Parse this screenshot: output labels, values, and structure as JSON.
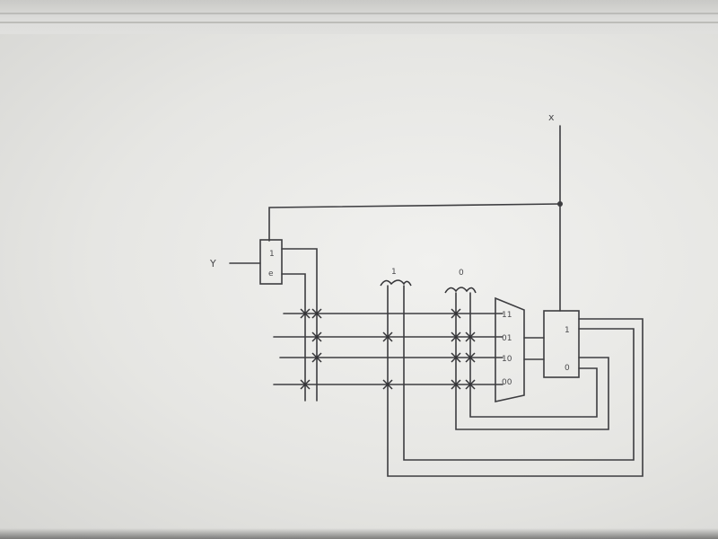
{
  "diagram": {
    "input_x_label": "x",
    "input_y_label": "Y",
    "decoder": {
      "pin_top": "1",
      "pin_bottom": "e"
    },
    "group_1_label": "1",
    "group_0_label": "0",
    "mux": {
      "in_1": "11",
      "in_2": "01",
      "in_3": "10",
      "in_4": "00"
    },
    "output": {
      "top": "1",
      "bottom": "0"
    }
  }
}
